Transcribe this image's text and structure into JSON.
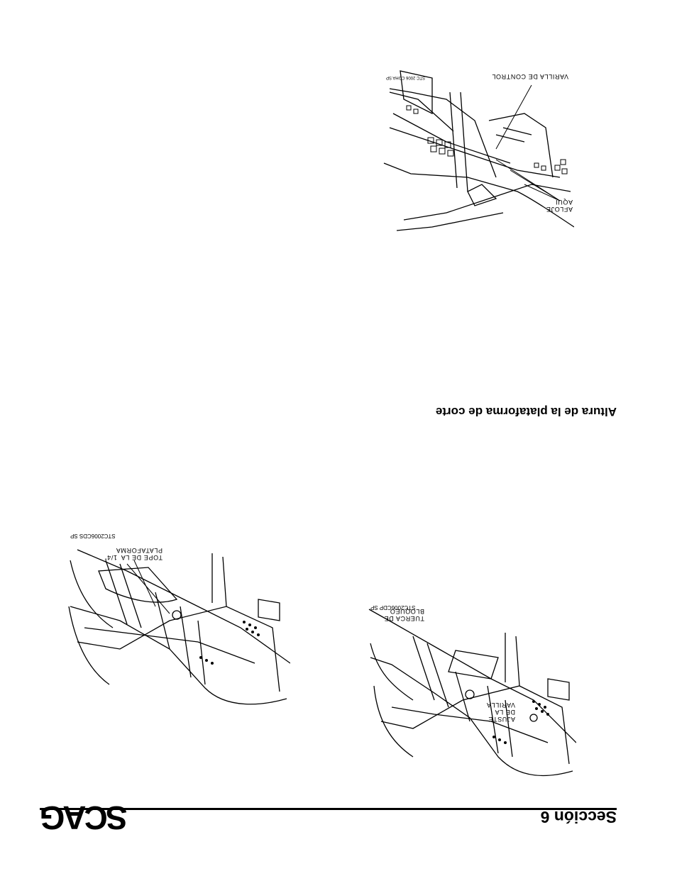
{
  "header": {
    "section": "Sección  6",
    "logo_text": "SCAG"
  },
  "heading": "Altura de la plataforma de corte",
  "figures": {
    "lock_nut": {
      "code": "STC2006CDP SP",
      "labels": {
        "nut_l1": "TUERCA DE",
        "nut_l2": "BLOQUEO",
        "rod_l1": "AJUSTE",
        "rod_l2": "DE LA",
        "rod_l3": "VARILLA"
      }
    },
    "deck_stop": {
      "code": "STC2006CDS SP",
      "labels": {
        "stop_l1": "TOPE DE LA",
        "stop_l2": "PLATAFORMA",
        "gap": "1/4\""
      }
    },
    "control_rod": {
      "code": "STC 2006 CDHA SP",
      "labels": {
        "loosen_l1": "AFLOJE",
        "loosen_l2": "AQUI",
        "rod": "VARILLA DE CONTROL"
      }
    }
  },
  "colors": {
    "ink": "#000000",
    "paper": "#ffffff"
  }
}
